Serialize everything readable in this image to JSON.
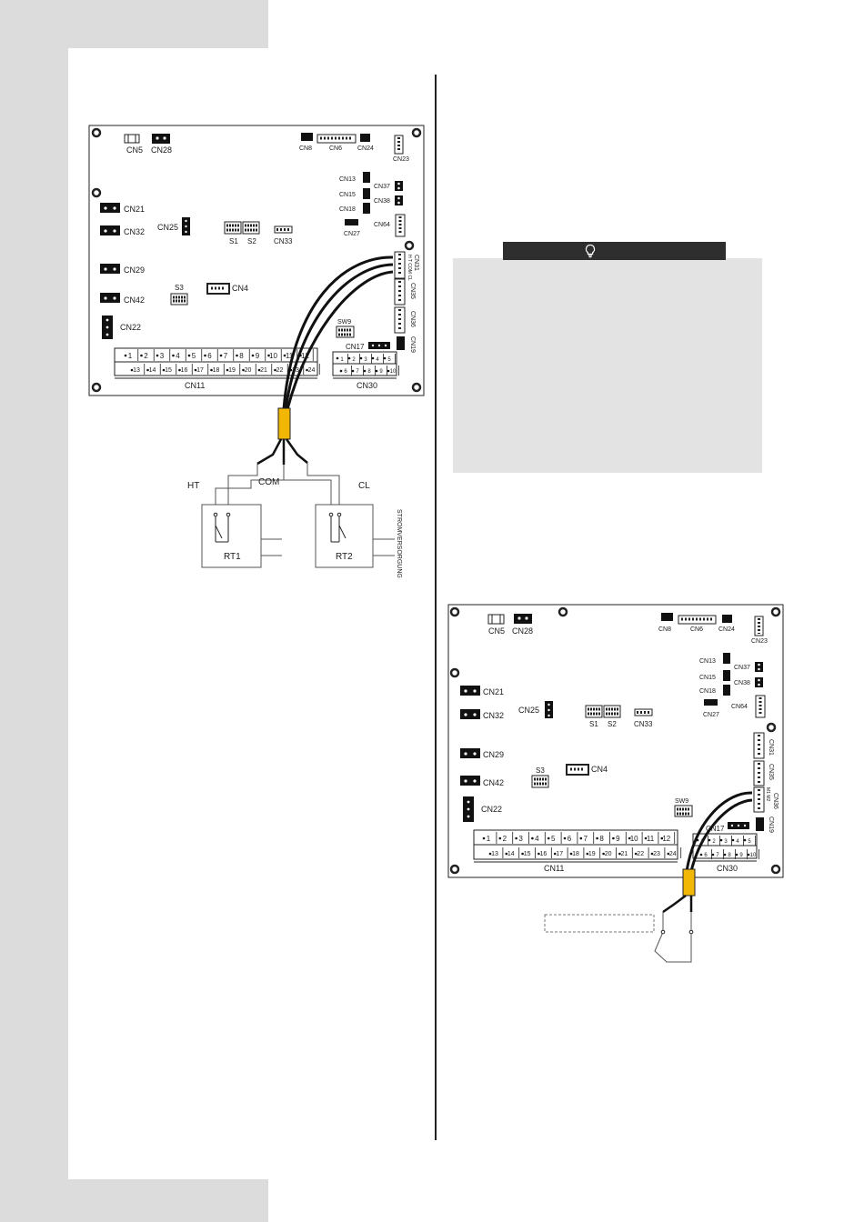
{
  "board1": {
    "connectors": {
      "cn5": "CN5",
      "cn28": "CN28",
      "cn8": "CN8",
      "cn6": "CN6",
      "cn24": "CN24",
      "cn23": "CN23",
      "cn13": "CN13",
      "cn37": "CN37",
      "cn15": "CN15",
      "cn38": "CN38",
      "cn18": "CN18",
      "cn27": "CN27",
      "cn64": "CN64",
      "cn21": "CN21",
      "cn32": "CN32",
      "cn25": "CN25",
      "s1": "S1",
      "s2": "S2",
      "cn33": "CN33",
      "cn29": "CN29",
      "s3": "S3",
      "cn4": "CN4",
      "cn42": "CN42",
      "cn22": "CN22",
      "sw9": "SW9",
      "cn17": "CN17",
      "cn31": "CN31",
      "cn35": "CN35",
      "cn36": "CN36",
      "cn19": "CN19",
      "cn11": "CN11",
      "cn30": "CN30",
      "pins31": "H T COM CL"
    },
    "terminals_top": [
      "1",
      "2",
      "3",
      "4",
      "5",
      "6",
      "7",
      "8",
      "9",
      "10",
      "11",
      "12"
    ],
    "terminals_bottom": [
      "13",
      "14",
      "15",
      "16",
      "17",
      "18",
      "19",
      "20",
      "21",
      "22",
      "23",
      "24"
    ],
    "cn30_top": [
      "1",
      "2",
      "3",
      "4",
      "5"
    ],
    "cn30_bottom": [
      "6",
      "7",
      "8",
      "9",
      "10"
    ],
    "wiring": {
      "ht": "HT",
      "com": "COM",
      "cl": "CL",
      "rt1": "RT1",
      "rt2": "RT2",
      "power": "STROMVERSORGUNG"
    }
  },
  "board2": {
    "connectors": {
      "cn5": "CN5",
      "cn28": "CN28",
      "cn8": "CN8",
      "cn6": "CN6",
      "cn24": "CN24",
      "cn23": "CN23",
      "cn13": "CN13",
      "cn37": "CN37",
      "cn15": "CN15",
      "cn38": "CN38",
      "cn18": "CN18",
      "cn27": "CN27",
      "cn64": "CN64",
      "cn21": "CN21",
      "cn32": "CN32",
      "cn25": "CN25",
      "s1": "S1",
      "s2": "S2",
      "cn33": "CN33",
      "cn29": "CN29",
      "s3": "S3",
      "cn4": "CN4",
      "cn42": "CN42",
      "cn22": "CN22",
      "sw9": "SW9",
      "cn17": "CN17",
      "cn31": "CN31",
      "cn35": "CN35",
      "cn36": "CN36",
      "cn19": "CN19",
      "cn11": "CN11",
      "cn30": "CN30",
      "pins36": "M1 M2"
    },
    "terminals_top": [
      "1",
      "2",
      "3",
      "4",
      "5",
      "6",
      "7",
      "8",
      "9",
      "10",
      "11",
      "12"
    ],
    "terminals_bottom": [
      "13",
      "14",
      "15",
      "16",
      "17",
      "18",
      "19",
      "20",
      "21",
      "22",
      "23",
      "24"
    ],
    "cn30_top": [
      "1",
      "2",
      "3",
      "4",
      "5"
    ],
    "cn30_bottom": [
      "6",
      "7",
      "8",
      "9",
      "10"
    ]
  },
  "colors": {
    "cable_sleeve": "#f2b705",
    "frame": "#dcdcdc",
    "tip_bar": "#2e2e2e",
    "tip_box": "#e3e3e3"
  }
}
